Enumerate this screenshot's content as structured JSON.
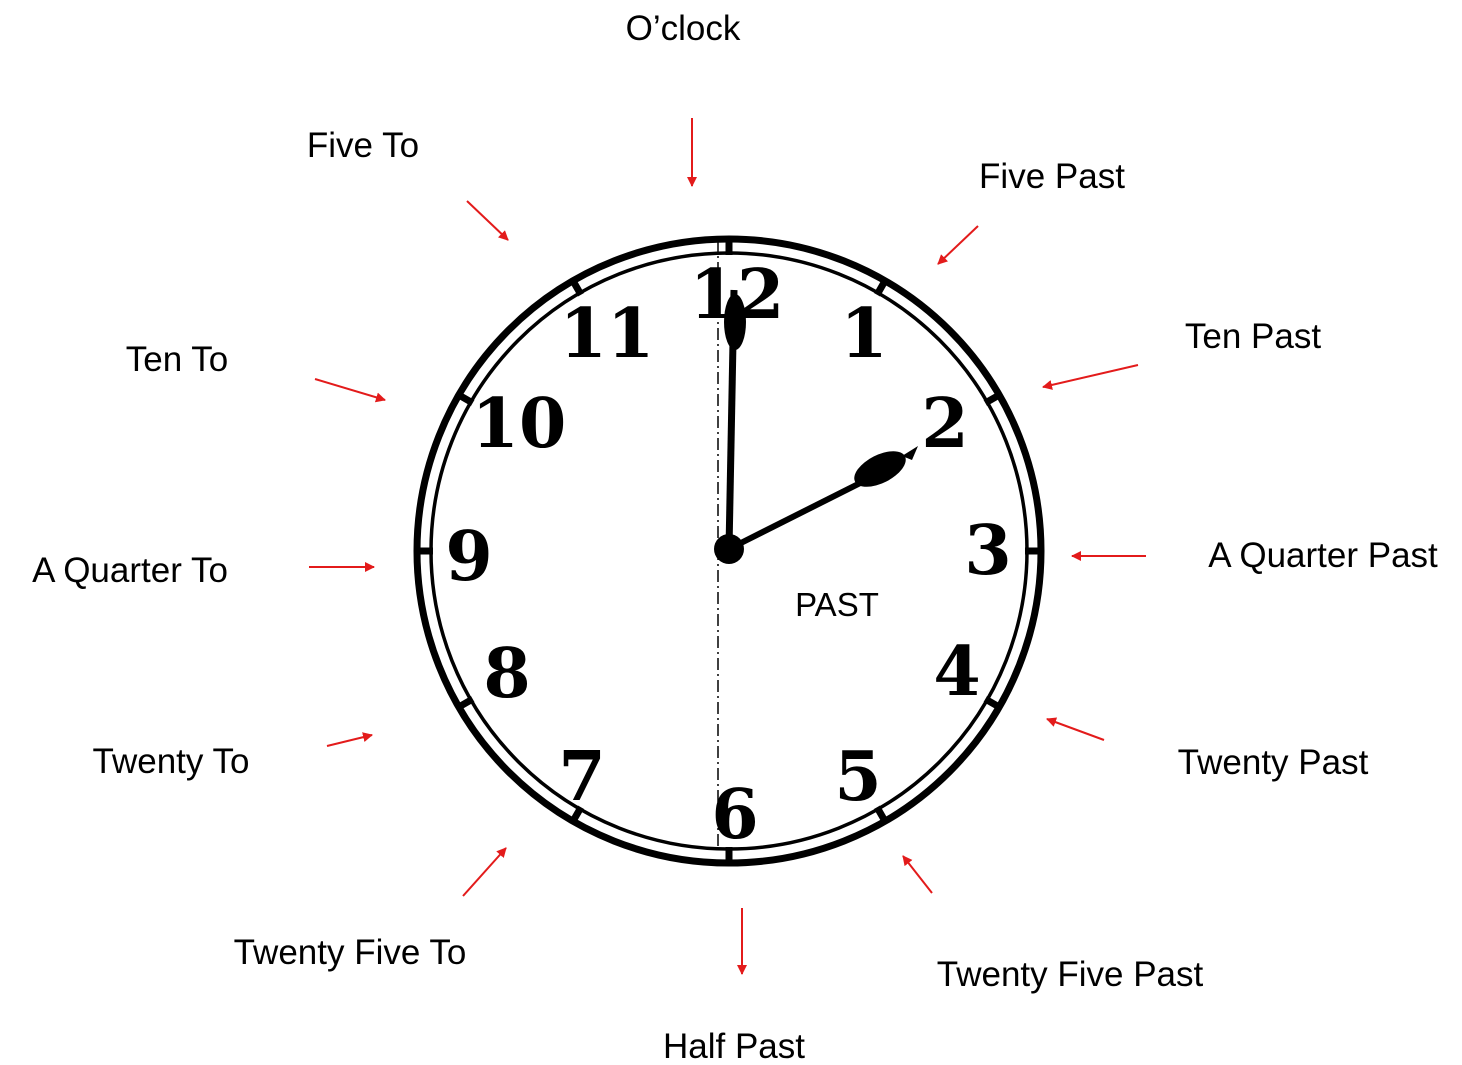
{
  "labels": {
    "oclock": "O’clock",
    "five_past": "Five Past",
    "ten_past": "Ten Past",
    "quarter_past": "A Quarter Past",
    "twenty_past": "Twenty Past",
    "twenty_five_past": "Twenty Five Past",
    "half_past": "Half Past",
    "twenty_five_to": "Twenty Five To",
    "twenty_to": "Twenty To",
    "quarter_to": "A Quarter To",
    "ten_to": "Ten To",
    "five_to": "Five To"
  },
  "clock": {
    "numerals": [
      "12",
      "1",
      "2",
      "3",
      "4",
      "5",
      "6",
      "7",
      "8",
      "9",
      "10",
      "11"
    ],
    "half_label": "PAST",
    "time_shown": "2:00"
  },
  "colors": {
    "arrow": "#e31b1b",
    "clock": "#000000"
  }
}
